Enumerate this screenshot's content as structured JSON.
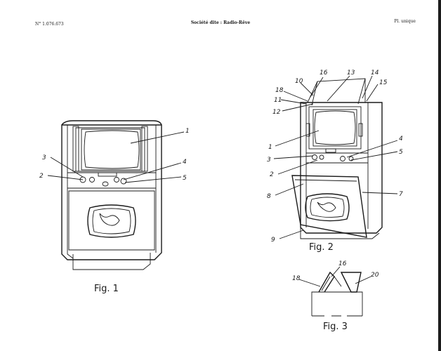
{
  "header": {
    "patent_number": "N° 1.076.673",
    "company": "Société dite : Radio-Rêve",
    "plate": "Pl. unique"
  },
  "figures": {
    "fig1": {
      "caption": "Fig. 1",
      "callouts": [
        "1",
        "3",
        "2",
        "4",
        "5"
      ]
    },
    "fig2": {
      "caption": "Fig. 2",
      "callouts": [
        "16",
        "13",
        "14",
        "10",
        "15",
        "18",
        "11",
        "12",
        "1",
        "3",
        "4",
        "5",
        "2",
        "8",
        "7",
        "9"
      ]
    },
    "fig3": {
      "caption": "Fig. 3",
      "callouts": [
        "16",
        "20",
        "18"
      ]
    }
  }
}
